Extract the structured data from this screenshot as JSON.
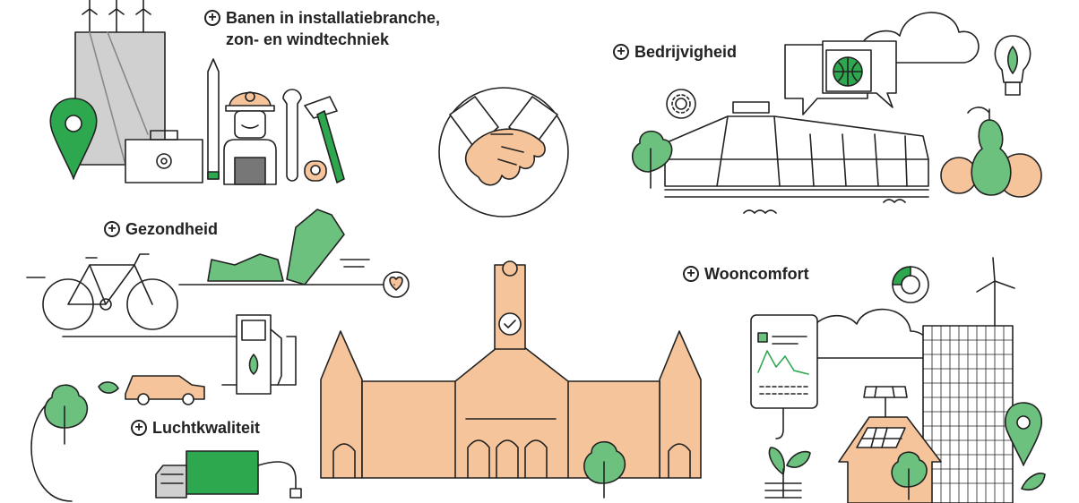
{
  "topics": {
    "energy": {
      "line1": "Banen in installatiebranche,",
      "line2": "zon- en windtechniek"
    },
    "business": {
      "label": "Bedrijvigheid"
    },
    "health": {
      "label": "Gezondheid"
    },
    "living": {
      "label": "Wooncomfort"
    },
    "air": {
      "label": "Luchtkwaliteit"
    }
  },
  "expand_symbol": "+",
  "colors": {
    "green": "#2ea84f",
    "light_green": "#6cc17e",
    "peach": "#f5c49a",
    "stroke": "#222222",
    "grey": "#c8c8c8"
  },
  "icons": [
    "wind-turbine-icon",
    "map-pin-icon",
    "toolbox-icon",
    "pencil-icon",
    "worker-icon",
    "wrench-icon",
    "hammer-icon",
    "handshake-icon",
    "cloud-icon",
    "speech-bubble-icon",
    "globe-icon",
    "lightbulb-icon",
    "gear-icon",
    "greenhouse-icon",
    "tree-icon",
    "pear-icon",
    "bicycle-icon",
    "sneaker-icon",
    "heart-icon",
    "fuel-pump-icon",
    "car-icon",
    "leaf-icon",
    "town-hall-icon",
    "tablet-chart-icon",
    "house-solar-icon",
    "apartment-building-icon",
    "donut-chart-icon",
    "truck-icon",
    "plug-icon"
  ]
}
